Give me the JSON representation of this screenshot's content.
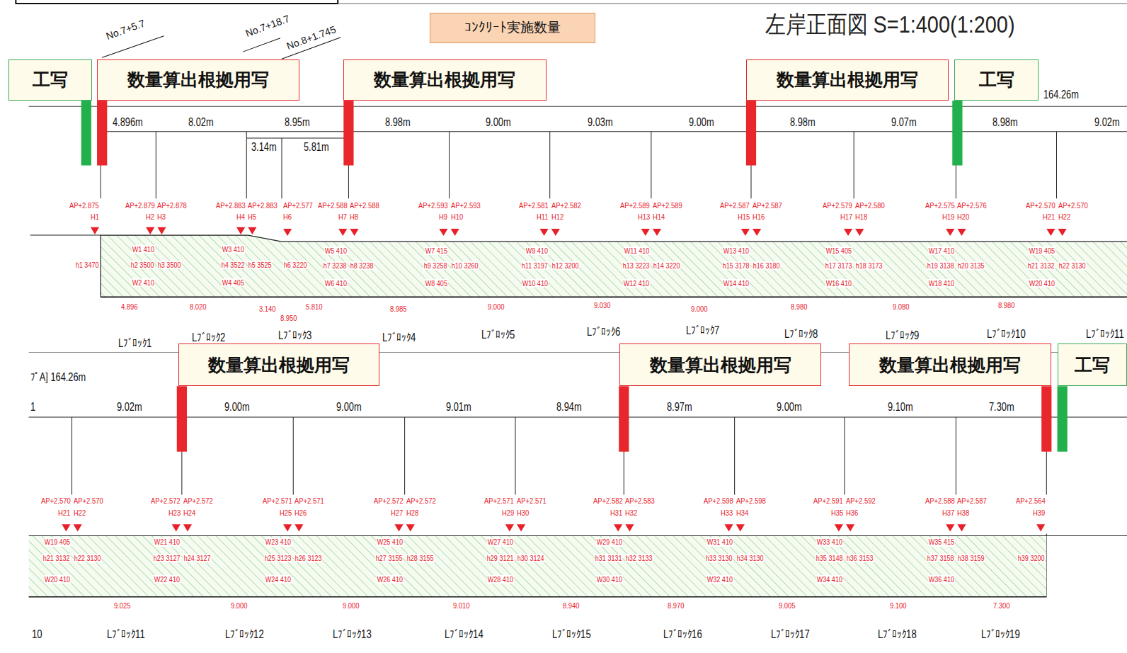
{
  "diagram": {
    "title": "左岸正面図 S=1:400(1:200)",
    "nodes": [
      {
        "text": [
          "ｺﾝｸﾘｰﾄ実施数量"
        ]
      },
      {
        "text": [
          "工写"
        ]
      },
      {
        "text": [
          "数量算出根拠用写"
        ]
      },
      {
        "text": [
          "数量算出根拠用写"
        ]
      },
      {
        "text": [
          "数量算出根拠用写"
        ]
      },
      {
        "text": [
          "工写"
        ]
      },
      {
        "text": [
          "数量算出根拠用写"
        ]
      },
      {
        "text": [
          "数量算出根拠用写"
        ]
      },
      {
        "text": [
          "数量算出根拠用写"
        ]
      },
      {
        "text": [
          "工写"
        ]
      }
    ],
    "labels": [
      "No.7+5.7",
      "No.7+18.7",
      "No.8+1.745",
      "164.26m",
      "4.896m",
      "8.02m",
      "8.95m",
      "8.98m",
      "9.00m",
      "9.03m",
      "9.00m",
      "8.98m",
      "9.07m",
      "8.98m",
      "9.02m",
      "3.14m",
      "5.81m",
      "AP+2.875",
      "H1",
      "AP+2.879",
      "H2",
      "AP+2.878",
      "H3",
      "AP+2.883",
      "H4",
      "AP+2.883",
      "H5",
      "AP+2.577",
      "H6",
      "AP+2.588",
      "H7",
      "AP+2.588",
      "H8",
      "AP+2.593",
      "H9",
      "AP+2.593",
      "H10",
      "AP+2.581",
      "H11",
      "AP+2.582",
      "H12",
      "AP+2.589",
      "H13",
      "AP+2.589",
      "H14",
      "AP+2.587",
      "H15",
      "AP+2.587",
      "H16",
      "AP+2.579",
      "H17",
      "AP+2.580",
      "H18",
      "AP+2.575",
      "H19",
      "AP+2.576",
      "H20",
      "AP+2.570",
      "H21",
      "AP+2.570",
      "H22",
      "h1 3470",
      "W1 410",
      "h2 3500",
      "W2 410",
      "h3 3500",
      "W3 410",
      "h4 3522",
      "W4 405",
      "h5 3525",
      "h6 3220",
      "W5 410",
      "h7 3238",
      "W6 410",
      "h8 3238",
      "W7 415",
      "h9 3258",
      "W8 405",
      "h10 3260",
      "W9 410",
      "h11 3197",
      "W10 410",
      "h12 3200",
      "W11 410",
      "h13 3223",
      "W12 410",
      "h14 3220",
      "W13 410",
      "h15 3178",
      "W14 410",
      "h16 3180",
      "W15 405",
      "h17 3173",
      "W16 410",
      "h18 3173",
      "W17 410",
      "h19 3138",
      "W18 410",
      "h20 3135",
      "W19 405",
      "h21 3132",
      "W20 410",
      "h22 3130",
      "4.896",
      "8.020",
      "3.140",
      "8.950",
      "5.810",
      "8.985",
      "9.000",
      "9.030",
      "9.000",
      "8.980",
      "9.080",
      "8.980",
      "Lﾌﾞﾛｯｸ1",
      "Lﾌﾞﾛｯｸ2",
      "Lﾌﾞﾛｯｸ3",
      "Lﾌﾞﾛｯｸ4",
      "Lﾌﾞﾛｯｸ5",
      "Lﾌﾞﾛｯｸ6",
      "Lﾌﾞﾛｯｸ7",
      "Lﾌﾞﾛｯｸ8",
      "Lﾌﾞﾛｯｸ9",
      "Lﾌﾞﾛｯｸ10",
      "Lﾌﾞﾛｯｸ11",
      "ﾌﾟA] 164.26m",
      "1",
      "9.02m",
      "9.00m",
      "9.00m",
      "9.01m",
      "8.94m",
      "8.97m",
      "9.00m",
      "9.10m",
      "7.30m",
      "AP+2.570",
      "H21",
      "AP+2.570",
      "H22",
      "AP+2.572",
      "H23",
      "AP+2.572",
      "H24",
      "AP+2.571",
      "H25",
      "AP+2.571",
      "H26",
      "AP+2.572",
      "H27",
      "AP+2.572",
      "H28",
      "AP+2.571",
      "H29",
      "AP+2.571",
      "H30",
      "AP+2.582",
      "H31",
      "AP+2.583",
      "H32",
      "AP+2.598",
      "H33",
      "AP+2.598",
      "H34",
      "AP+2.591",
      "H35",
      "AP+2.592",
      "H36",
      "AP+2.588",
      "H37",
      "AP+2.587",
      "H38",
      "AP+2.564",
      "H39",
      "W19 405",
      "h21 3132",
      "W20 410",
      "h22 3130",
      "W21 410",
      "h23 3127",
      "W22 410",
      "h24 3127",
      "W23 410",
      "h25 3123",
      "W24 410",
      "h26 3123",
      "W25 410",
      "h27 3155",
      "W26 410",
      "h28 3155",
      "W27 410",
      "h29 3121",
      "W28 410",
      "h30 3124",
      "W29 410",
      "h31 3131",
      "W30 410",
      "h32 3133",
      "W31 410",
      "h33 3130",
      "W32 410",
      "h34 3130",
      "W33 410",
      "h35 3148",
      "W34 410",
      "h36 3153",
      "W35 415",
      "h37 3158",
      "W36 410",
      "h38 3159",
      "h39 3200",
      "9.025",
      "9.000",
      "9.000",
      "9.010",
      "8.940",
      "8.970",
      "9.005",
      "9.100",
      "7.300",
      "10",
      "Lﾌﾞﾛｯｸ11",
      "Lﾌﾞﾛｯｸ12",
      "Lﾌﾞﾛｯｸ13",
      "Lﾌﾞﾛｯｸ14",
      "Lﾌﾞﾛｯｸ15",
      "Lﾌﾞﾛｯｸ16",
      "Lﾌﾞﾛｯｸ17",
      "Lﾌﾞﾛｯｸ18",
      "Lﾌﾞﾛｯｸ19"
    ]
  }
}
